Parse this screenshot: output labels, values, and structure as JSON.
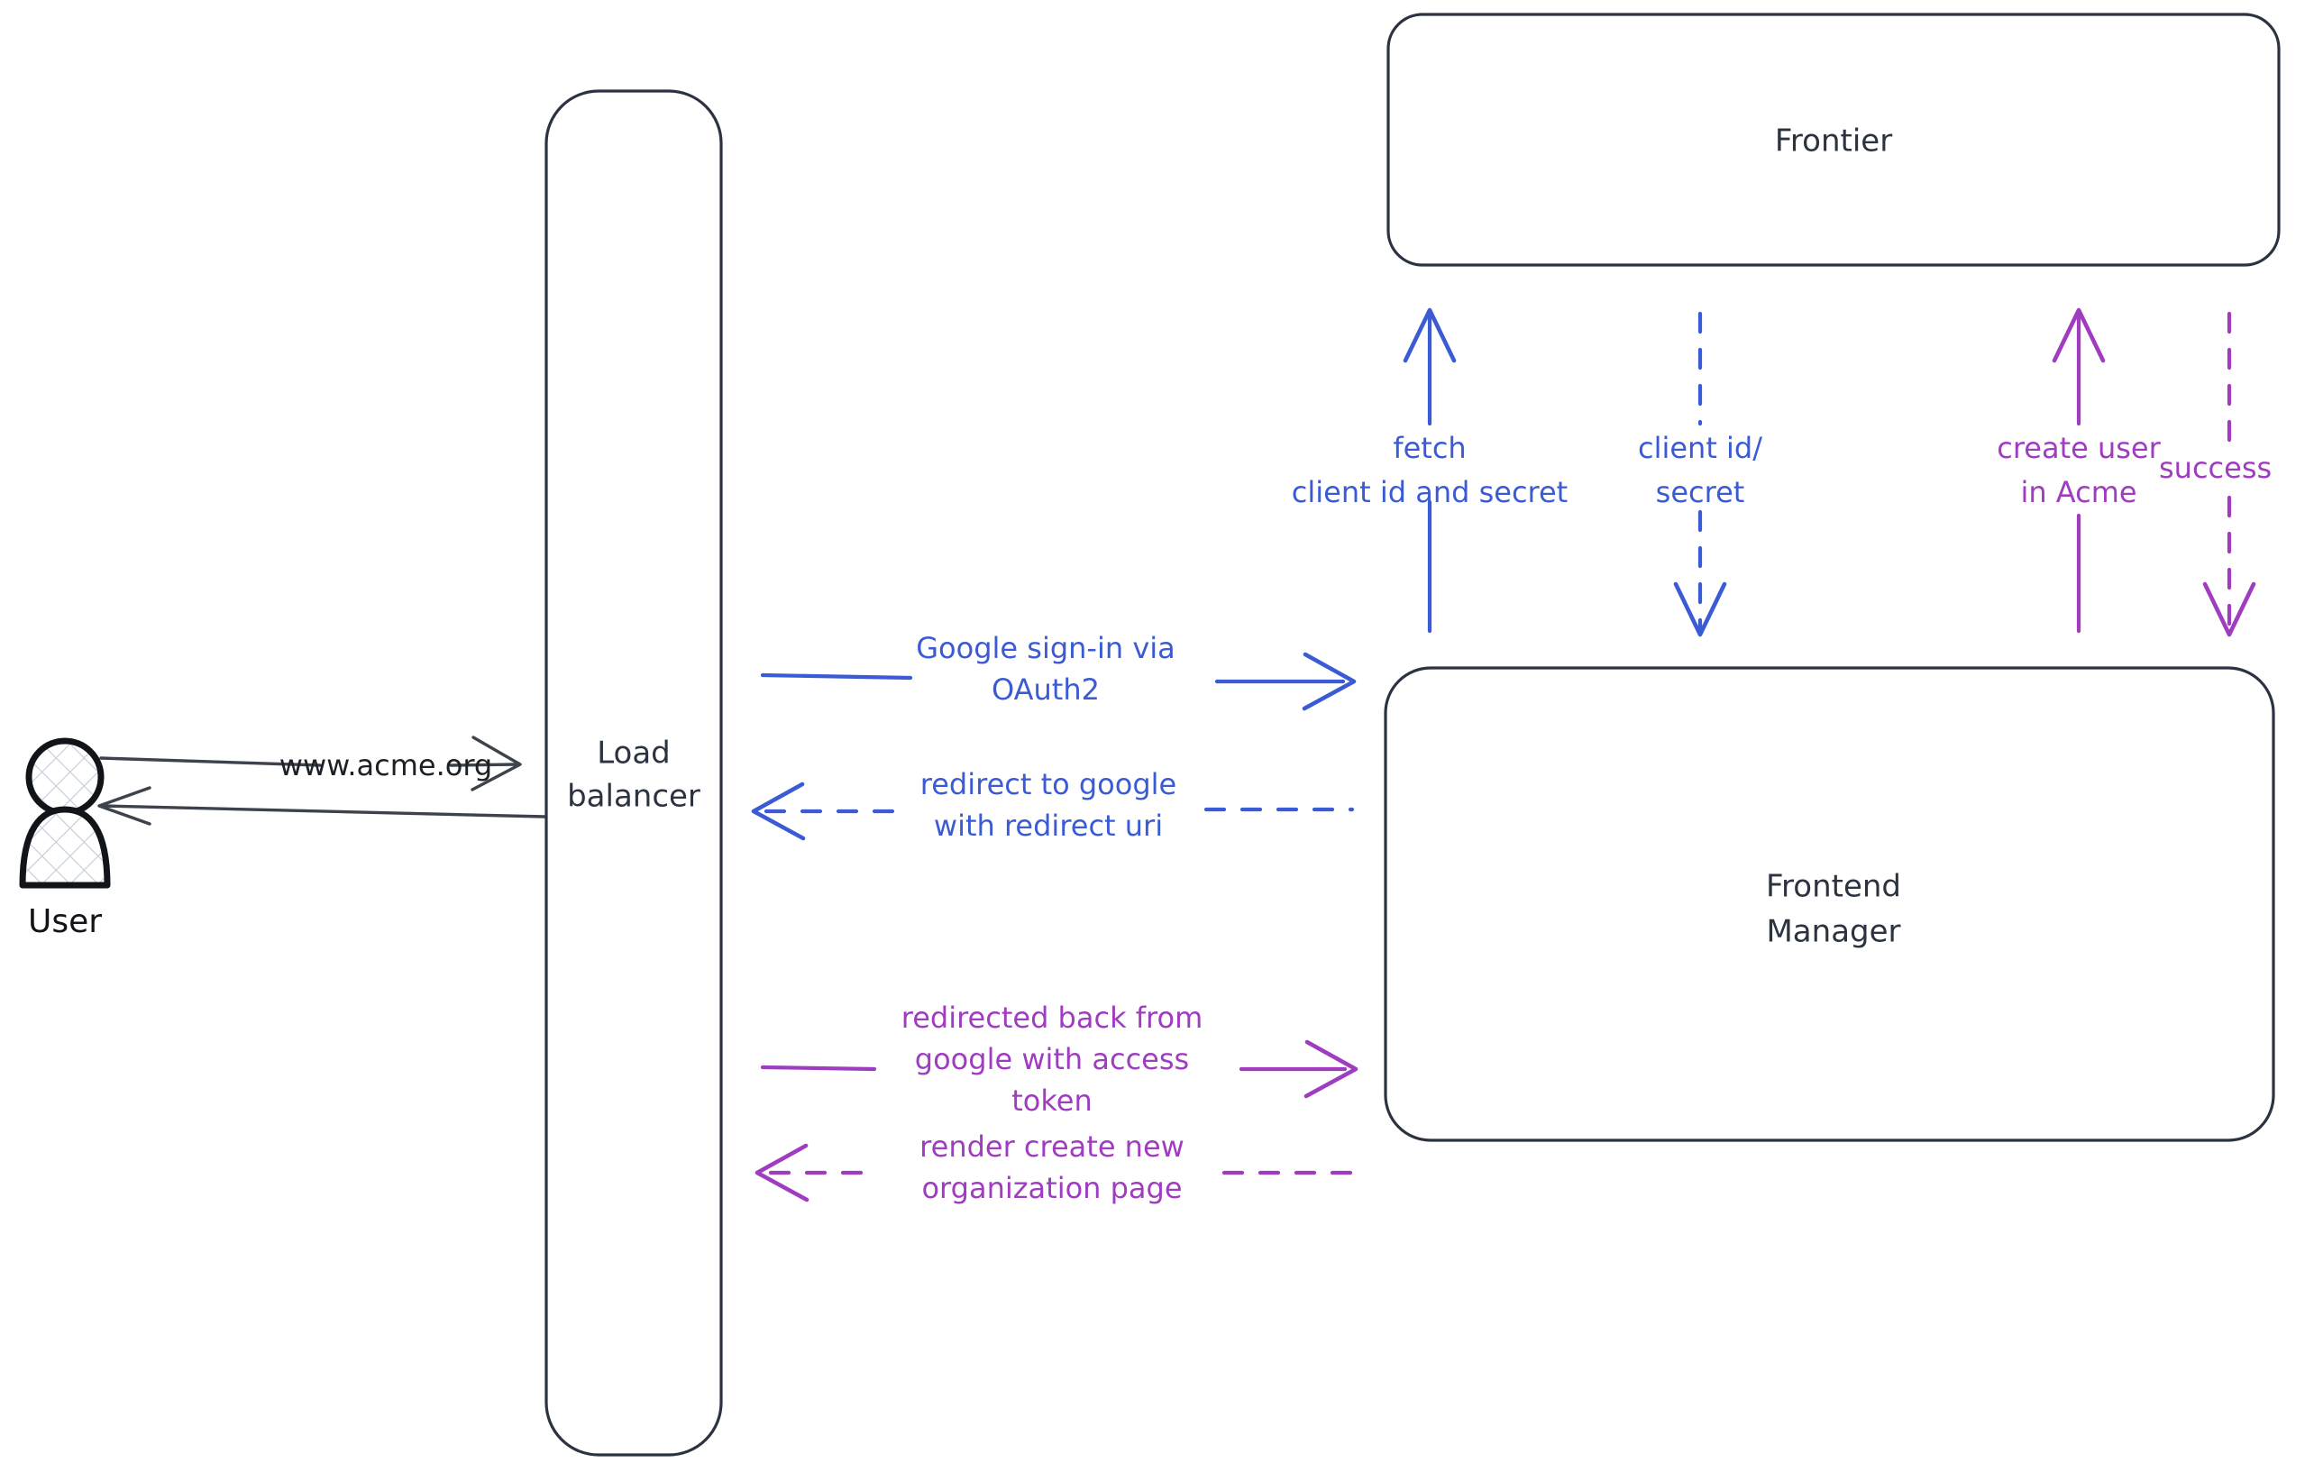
{
  "diagram": {
    "title": "Google OAuth2 sign-in flow",
    "background": "#ffffff",
    "colors": {
      "node_stroke": "#2b3340",
      "actor_stroke": "#111418",
      "gray_edge": "#3c434d",
      "blue_edge": "#3b5bd4",
      "purple_edge": "#a03cc0"
    }
  },
  "actors": {
    "user": {
      "label": "User",
      "icon": "person-icon"
    }
  },
  "nodes": {
    "load_balancer": {
      "line1": "Load",
      "line2": "balancer"
    },
    "frontier": {
      "label": "Frontier"
    },
    "frontend_manager": {
      "line1": "Frontend",
      "line2": "Manager"
    }
  },
  "edges": {
    "user_to_lb": {
      "label": "www.acme.org",
      "color": "#3c434d",
      "style": "solid",
      "direction": "right"
    },
    "lb_to_user": {
      "label": "",
      "color": "#3c434d",
      "style": "solid",
      "direction": "left"
    },
    "lb_to_fm_signin": {
      "line1": "Google sign-in via",
      "line2": "OAuth2",
      "color": "#3b5bd4",
      "style": "solid",
      "direction": "right"
    },
    "fm_to_lb_redirect": {
      "line1": "redirect to google",
      "line2": "with redirect uri",
      "color": "#3b5bd4",
      "style": "dashed",
      "direction": "left"
    },
    "lb_to_fm_token": {
      "line1": "redirected back from",
      "line2": "google with access",
      "line3": "token",
      "color": "#a03cc0",
      "style": "solid",
      "direction": "right"
    },
    "fm_to_lb_render": {
      "line1": "render create new",
      "line2": "organization page",
      "color": "#a03cc0",
      "style": "dashed",
      "direction": "left"
    },
    "fm_to_frontier_fetch": {
      "line1": "fetch",
      "line2": "client id and secret",
      "color": "#3b5bd4",
      "style": "solid",
      "direction": "up"
    },
    "frontier_to_fm_creds": {
      "line1": "client id/",
      "line2": "secret",
      "color": "#3b5bd4",
      "style": "dashed",
      "direction": "down"
    },
    "fm_to_frontier_create": {
      "line1": "create user",
      "line2": "in Acme",
      "color": "#a03cc0",
      "style": "solid",
      "direction": "up"
    },
    "frontier_to_fm_success": {
      "line1": "success",
      "color": "#a03cc0",
      "style": "dashed",
      "direction": "down"
    }
  }
}
